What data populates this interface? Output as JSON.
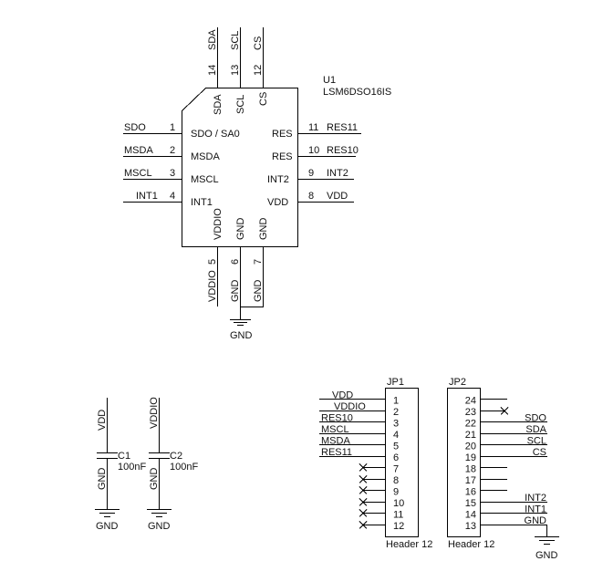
{
  "u1": {
    "ref": "U1",
    "part": "LSM6DSO16IS",
    "top_pins": [
      {
        "net": "SDA",
        "num": "14",
        "name": "SDA"
      },
      {
        "net": "SCL",
        "num": "13",
        "name": "SCL"
      },
      {
        "net": "CS",
        "num": "12",
        "name": "CS"
      }
    ],
    "left_pins": [
      {
        "net": "SDO",
        "num": "1",
        "name": "SDO / SA0"
      },
      {
        "net": "MSDA",
        "num": "2",
        "name": "MSDA"
      },
      {
        "net": "MSCL",
        "num": "3",
        "name": "MSCL"
      },
      {
        "net": "INT1",
        "num": "4",
        "name": "INT1"
      }
    ],
    "right_pins": [
      {
        "net": "RES11",
        "num": "11",
        "name": "RES"
      },
      {
        "net": "RES10",
        "num": "10",
        "name": "RES"
      },
      {
        "net": "INT2",
        "num": "9",
        "name": "INT2"
      },
      {
        "net": "VDD",
        "num": "8",
        "name": "VDD"
      }
    ],
    "bottom_pins": [
      {
        "net": "VDDIO",
        "num": "5",
        "name": "VDDIO"
      },
      {
        "net": "GND",
        "num": "6",
        "name": "GND"
      },
      {
        "net": "GND",
        "num": "7",
        "name": "GND"
      }
    ],
    "gnd_label": "GND"
  },
  "caps": [
    {
      "ref": "C1",
      "value": "100nF",
      "top_net": "VDD",
      "bottom_net": "GND",
      "gnd_label": "GND"
    },
    {
      "ref": "C2",
      "value": "100nF",
      "top_net": "VDDIO",
      "bottom_net": "GND",
      "gnd_label": "GND"
    }
  ],
  "jp1": {
    "ref": "JP1",
    "part": "Header 12",
    "pins": [
      {
        "num": "1",
        "net": "VDD"
      },
      {
        "num": "2",
        "net": "VDDIO"
      },
      {
        "num": "3",
        "net": "RES10"
      },
      {
        "num": "4",
        "net": "MSCL"
      },
      {
        "num": "5",
        "net": "MSDA"
      },
      {
        "num": "6",
        "net": "RES11"
      },
      {
        "num": "7",
        "net": ""
      },
      {
        "num": "8",
        "net": ""
      },
      {
        "num": "9",
        "net": ""
      },
      {
        "num": "10",
        "net": ""
      },
      {
        "num": "11",
        "net": ""
      },
      {
        "num": "12",
        "net": ""
      }
    ]
  },
  "jp2": {
    "ref": "JP2",
    "part": "Header 12",
    "pins": [
      {
        "num": "24",
        "net": ""
      },
      {
        "num": "23",
        "net": ""
      },
      {
        "num": "22",
        "net": "SDO"
      },
      {
        "num": "21",
        "net": "SDA"
      },
      {
        "num": "20",
        "net": "SCL"
      },
      {
        "num": "19",
        "net": "CS"
      },
      {
        "num": "18",
        "net": ""
      },
      {
        "num": "17",
        "net": ""
      },
      {
        "num": "16",
        "net": ""
      },
      {
        "num": "15",
        "net": "INT2"
      },
      {
        "num": "14",
        "net": "INT1"
      },
      {
        "num": "13",
        "net": "GND"
      }
    ],
    "gnd_label": "GND"
  }
}
